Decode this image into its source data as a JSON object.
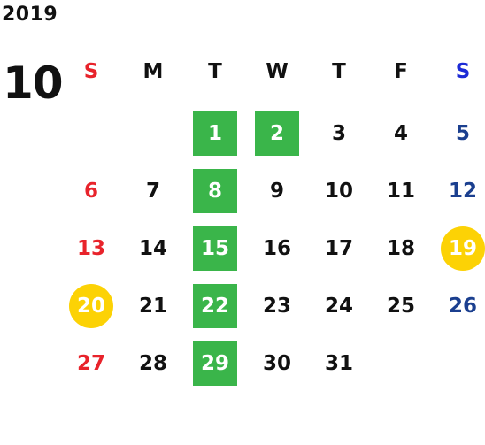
{
  "calendar": {
    "year": "2019",
    "month": "10",
    "weekdays": [
      "S",
      "M",
      "T",
      "W",
      "T",
      "F",
      "S"
    ],
    "first_weekday_index": 2,
    "days": [
      {
        "num": "1",
        "mark": "green"
      },
      {
        "num": "2",
        "mark": "green"
      },
      {
        "num": "3",
        "mark": "none"
      },
      {
        "num": "4",
        "mark": "none"
      },
      {
        "num": "5",
        "mark": "none"
      },
      {
        "num": "6",
        "mark": "none"
      },
      {
        "num": "7",
        "mark": "none"
      },
      {
        "num": "8",
        "mark": "green"
      },
      {
        "num": "9",
        "mark": "none"
      },
      {
        "num": "10",
        "mark": "none"
      },
      {
        "num": "11",
        "mark": "none"
      },
      {
        "num": "12",
        "mark": "none"
      },
      {
        "num": "13",
        "mark": "none"
      },
      {
        "num": "14",
        "mark": "none"
      },
      {
        "num": "15",
        "mark": "green"
      },
      {
        "num": "16",
        "mark": "none"
      },
      {
        "num": "17",
        "mark": "none"
      },
      {
        "num": "18",
        "mark": "none"
      },
      {
        "num": "19",
        "mark": "yellow"
      },
      {
        "num": "20",
        "mark": "yellow"
      },
      {
        "num": "21",
        "mark": "none"
      },
      {
        "num": "22",
        "mark": "green"
      },
      {
        "num": "23",
        "mark": "none"
      },
      {
        "num": "24",
        "mark": "none"
      },
      {
        "num": "25",
        "mark": "none"
      },
      {
        "num": "26",
        "mark": "none"
      },
      {
        "num": "27",
        "mark": "none"
      },
      {
        "num": "28",
        "mark": "none"
      },
      {
        "num": "29",
        "mark": "green"
      },
      {
        "num": "30",
        "mark": "none"
      },
      {
        "num": "31",
        "mark": "none"
      }
    ]
  },
  "colors": {
    "sunday": "#e8232b",
    "saturday_header": "#1d2bd6",
    "saturday_date": "#1b3f8f",
    "weekday_text": "#111111",
    "highlight_green": "#3ab54a",
    "highlight_yellow": "#fcd205",
    "highlight_text": "#ffffff"
  }
}
